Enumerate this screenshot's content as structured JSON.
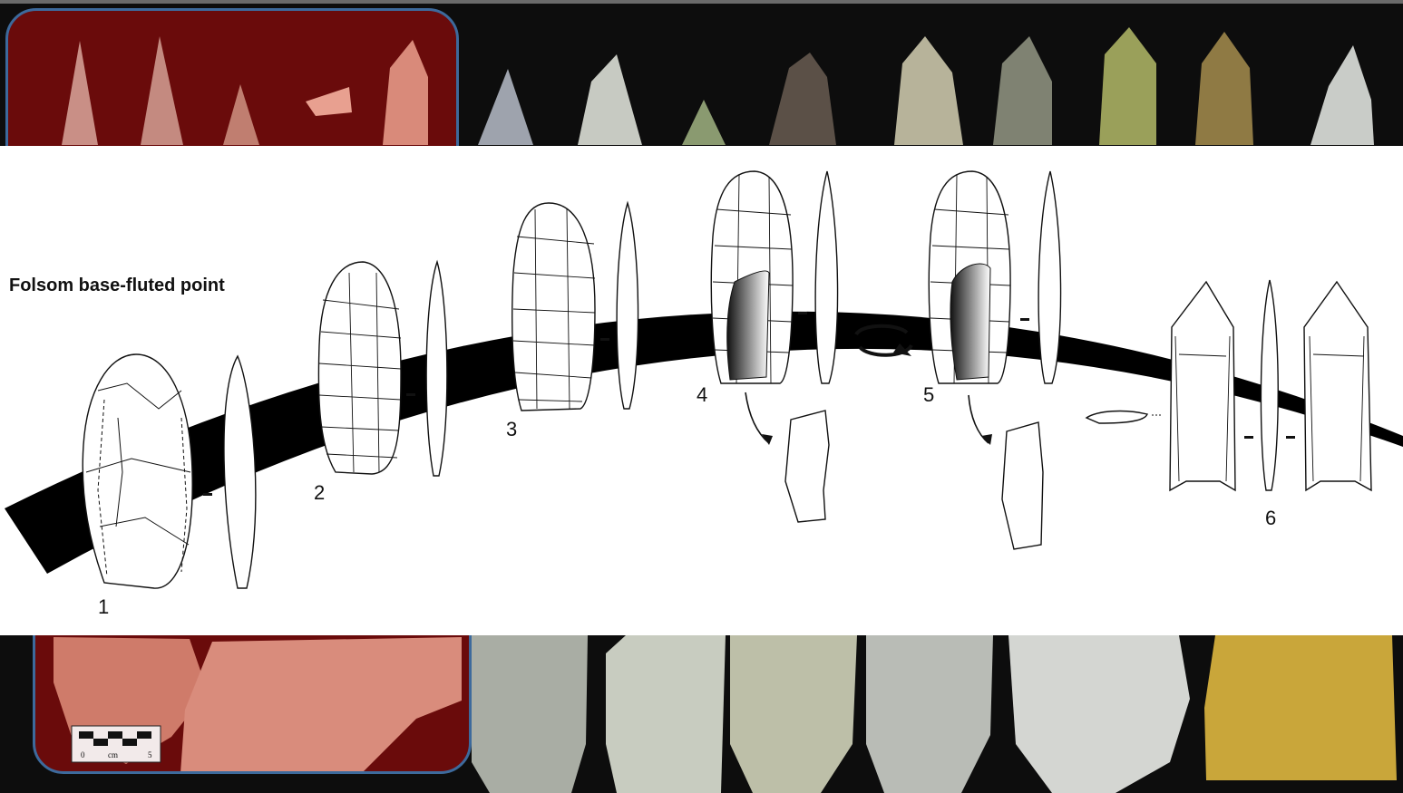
{
  "diagram": {
    "title": "Folsom base-fluted point",
    "stage_labels": [
      "1",
      "2",
      "3",
      "4",
      "5",
      "6"
    ]
  },
  "scale_bar": {
    "labels": [
      "0",
      "cm",
      "5"
    ]
  },
  "colors": {
    "highlight_fill": "#6a0b0b",
    "highlight_border": "#3d6a9c",
    "arc": "#000000"
  }
}
